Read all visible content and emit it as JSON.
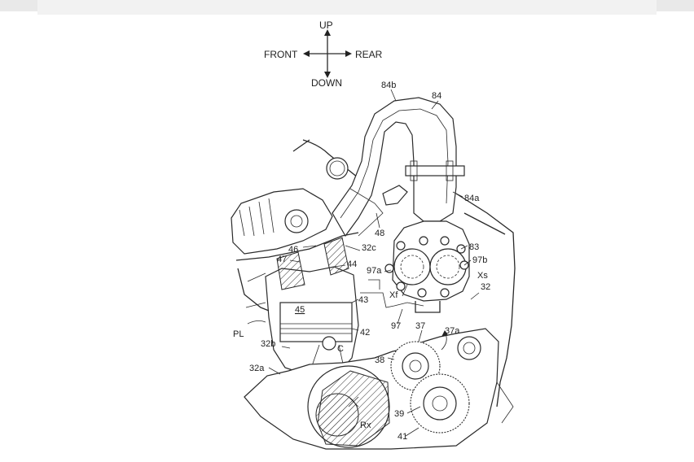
{
  "direction_indicator": {
    "up": "UP",
    "down": "DOWN",
    "front": "FRONT",
    "rear": "REAR"
  },
  "labels": {
    "l84b": "84b",
    "l84": "84",
    "l84a": "84a",
    "l48": "48",
    "l83": "83",
    "l46": "46",
    "l32c": "32c",
    "l97b": "97b",
    "l47": "47",
    "l44": "44",
    "l97a": "97a",
    "lXs": "Xs",
    "lXf": "Xf",
    "l32": "32",
    "l45": "45",
    "l43": "43",
    "l97": "97",
    "l37": "37",
    "l37a": "37a",
    "lPL": "PL",
    "l42": "42",
    "l32b": "32b",
    "lC": "C",
    "l38": "38",
    "l32a": "32a",
    "lRx": "Rx",
    "l39": "39",
    "l41": "41"
  }
}
